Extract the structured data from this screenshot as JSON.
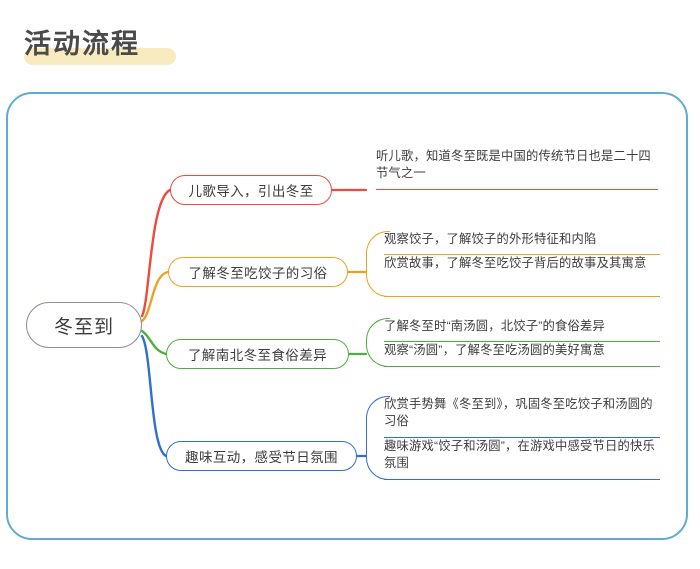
{
  "page": {
    "title": "活动流程",
    "frame_color": "#5FACD0",
    "title_highlight_color": "#F8EBC0",
    "background": "#FFFFFF"
  },
  "mindmap": {
    "type": "mindmap",
    "root": {
      "label": "冬至到",
      "border_color": "#8A8FA3"
    },
    "branches": [
      {
        "label": "儿歌导入，引出冬至",
        "color": "#EE4B3C",
        "leaves": [
          "听儿歌，知道冬至既是中国的传统节日也是二十四节气之一"
        ]
      },
      {
        "label": "了解冬至吃饺子的习俗",
        "color": "#F0A020",
        "leaves": [
          "观察饺子，了解饺子的外形特征和内陷",
          "欣赏故事，了解冬至吃饺子背后的故事及其寓意"
        ]
      },
      {
        "label": "了解南北冬至食俗差异",
        "color": "#4CAF3E",
        "leaves": [
          "了解冬至时“南汤圆，北饺子”的食俗差异",
          "观察“汤圆”，了解冬至吃汤圆的美好寓意"
        ]
      },
      {
        "label": "趣味互动，感受节日氛围",
        "color": "#2F6FD0",
        "leaves": [
          "欣赏手势舞《冬至到》，巩固冬至吃饺子和汤圆的习俗",
          "趣味游戏“饺子和汤圆”，在游戏中感受节日的快乐氛围"
        ]
      }
    ]
  }
}
